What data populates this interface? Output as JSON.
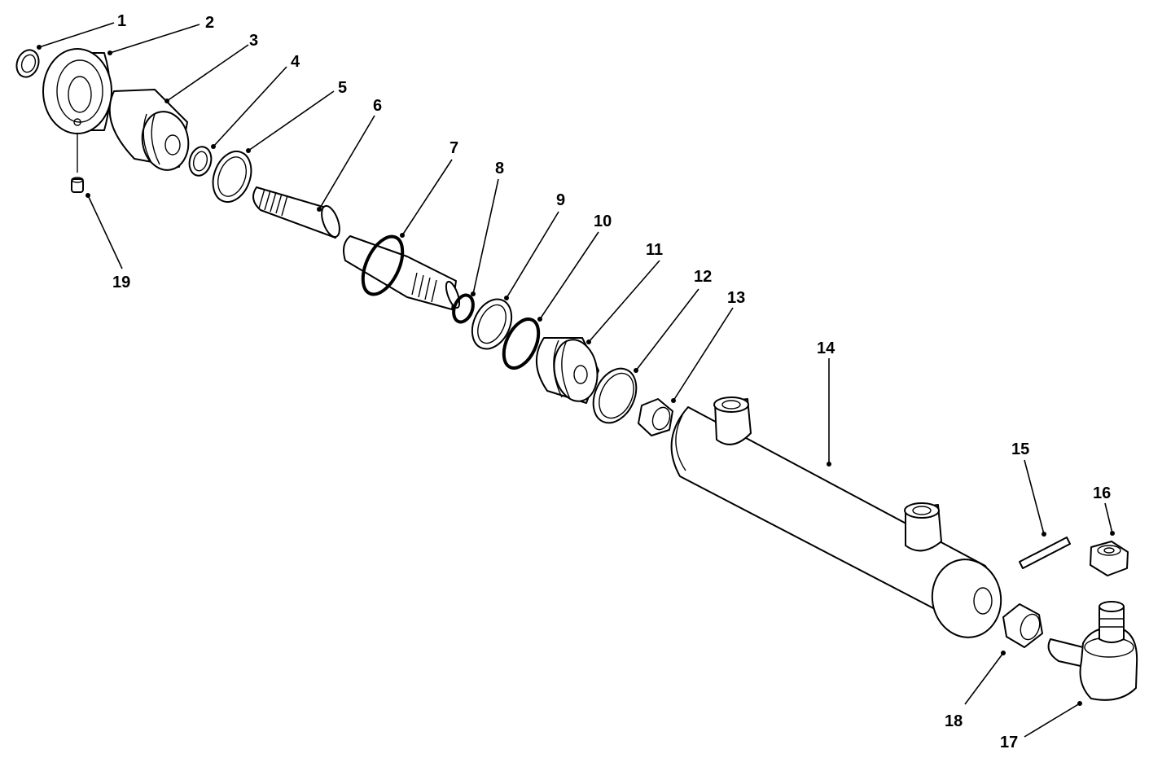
{
  "diagram": {
    "callouts": [
      {
        "number": "1"
      },
      {
        "number": "2"
      },
      {
        "number": "3"
      },
      {
        "number": "4"
      },
      {
        "number": "5"
      },
      {
        "number": "6"
      },
      {
        "number": "7"
      },
      {
        "number": "8"
      },
      {
        "number": "9"
      },
      {
        "number": "10"
      },
      {
        "number": "11"
      },
      {
        "number": "12"
      },
      {
        "number": "13"
      },
      {
        "number": "14"
      },
      {
        "number": "15"
      },
      {
        "number": "16"
      },
      {
        "number": "17"
      },
      {
        "number": "18"
      },
      {
        "number": "19"
      }
    ],
    "colors": {
      "line": "#000000",
      "background": "#ffffff"
    }
  }
}
